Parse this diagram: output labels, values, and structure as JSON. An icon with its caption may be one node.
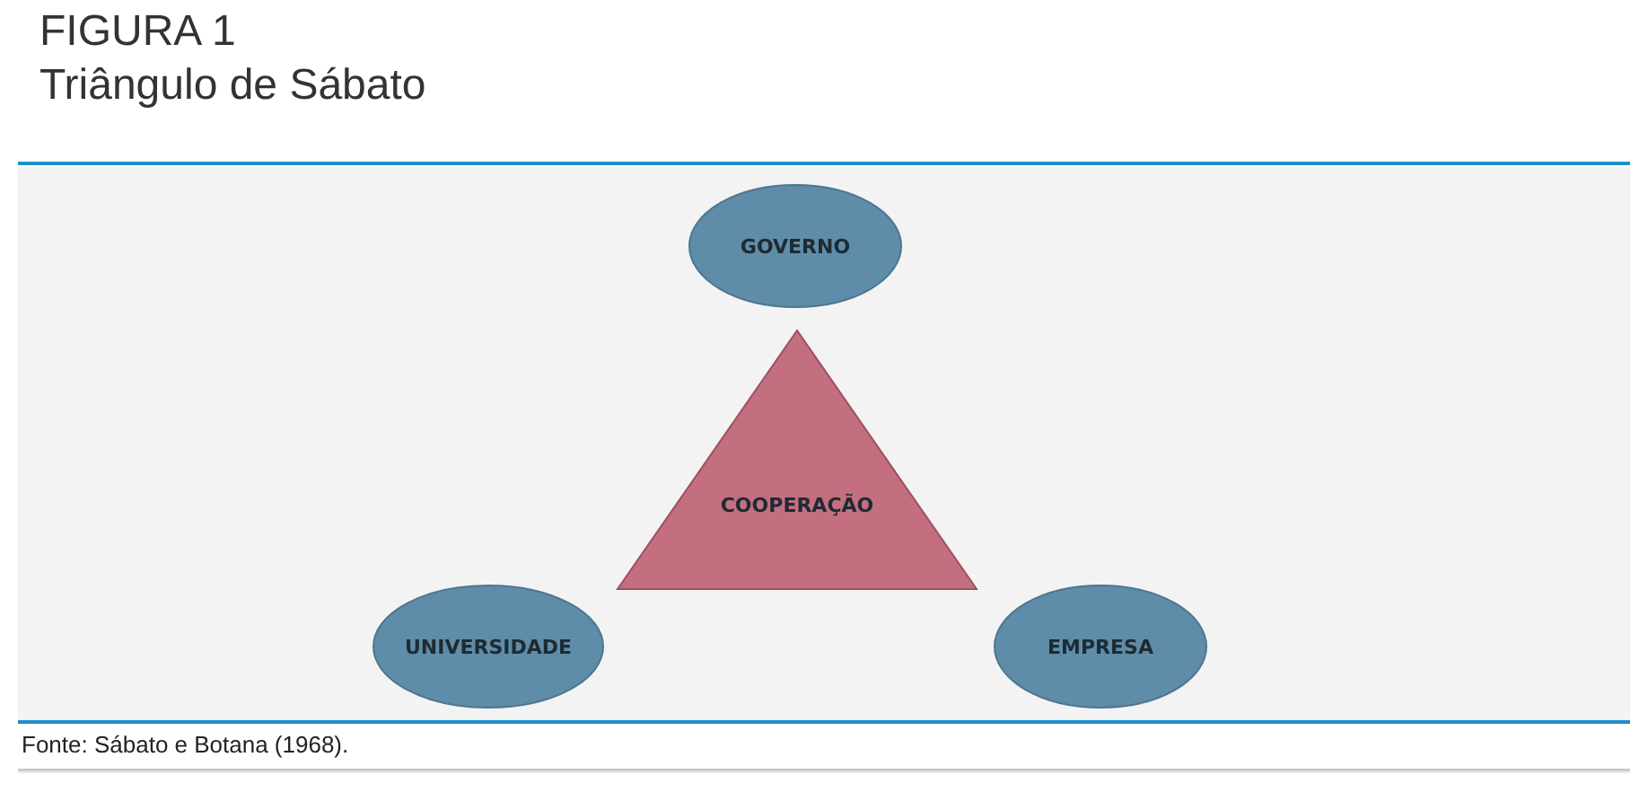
{
  "diagram": {
    "title": "Triângulo de Sábato",
    "caption": "Fonte: Sábato e Botana (1968).",
    "nodes": [
      {
        "text": [
          "GOVERNO"
        ]
      },
      {
        "text": [
          "COOPERAÇÃO"
        ]
      },
      {
        "text": [
          "UNIVERSIDADE"
        ]
      },
      {
        "text": [
          "EMPRESA"
        ]
      }
    ],
    "labels": [
      "FIGURA 1"
    ]
  }
}
